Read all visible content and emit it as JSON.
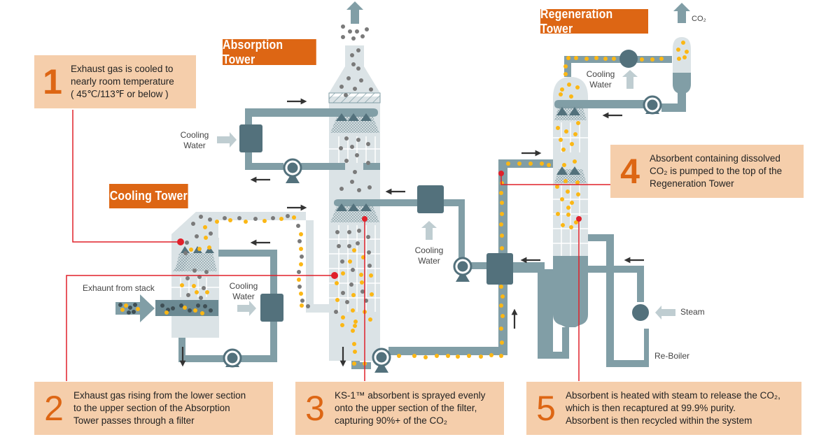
{
  "titles": {
    "absorption_tower": "Absorption Tower",
    "regeneration_tower": "Regeneration Tower",
    "cooling_tower": "Cooling Tower"
  },
  "labels": {
    "cooling_water": "Cooling Water",
    "cooling_water_line1": "Cooling",
    "cooling_water_line2": "Water",
    "exhaust_from_stack": "Exhaunt from stack",
    "steam": "Steam",
    "reboiler": "Re-Boiler",
    "co2_output": "CO₂"
  },
  "steps": [
    {
      "number": "1",
      "lines": [
        "Exhaust gas is cooled to",
        "nearly room temperature",
        "( 45℃/113℉ or below )"
      ]
    },
    {
      "number": "2",
      "lines": [
        "Exhaust gas rising from the lower section",
        "to the upper section of the Absorption",
        "Tower passes through a filter"
      ]
    },
    {
      "number": "3",
      "lines": [
        "KS-1™ absorbent is sprayed evenly",
        "onto the upper section of the filter,",
        "capturing 90%+ of the CO₂"
      ]
    },
    {
      "number": "4",
      "lines": [
        "Absorbent containing dissolved",
        "CO₂ is pumped to the top of the",
        "Regeneration Tower"
      ]
    },
    {
      "number": "5",
      "lines": [
        "Absorbent is heated with steam to release the CO₂,",
        "which is then recaptured at 99.9% purity.",
        "Absorbent is then recycled within the system"
      ]
    }
  ],
  "colors": {
    "accent_orange": "#dd6614",
    "note_bg": "#f5ceab",
    "pipe": "#819ea6",
    "equipment_dark": "#53717c",
    "tower_fill": "#dbe3e6",
    "absorbent_dot": "#fbb715",
    "gas_dot": "#7a7a7a",
    "callout_red": "#e0202a"
  }
}
